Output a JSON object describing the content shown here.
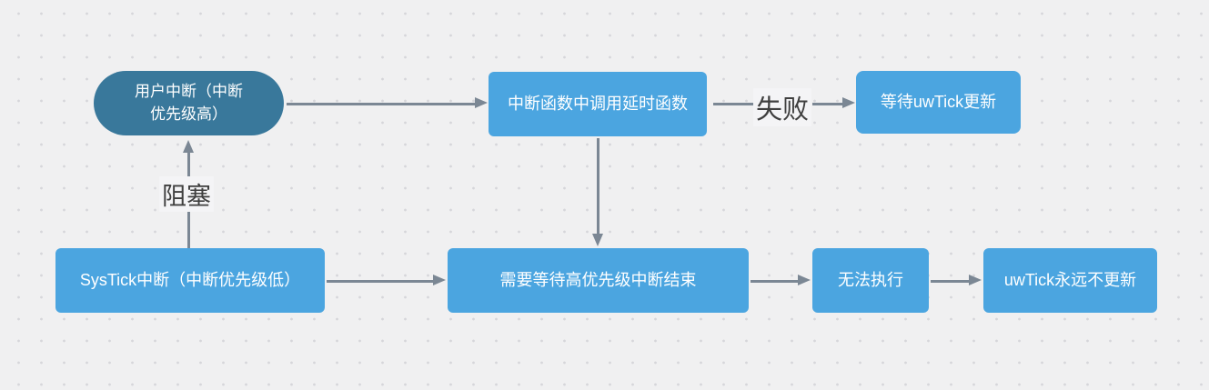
{
  "diagram": {
    "nodes": {
      "user_interrupt": {
        "label": "用户中断（中断优先级高）",
        "text_lines": [
          "用户中断（中断",
          "优先级高）"
        ]
      },
      "call_delay": {
        "label": "中断函数中调用延时函数"
      },
      "wait_uwtick": {
        "label": "等待uwTick更新"
      },
      "systick": {
        "label": "SysTick中断（中断优先级低）"
      },
      "wait_high_priority": {
        "label": "需要等待高优先级中断结束"
      },
      "cannot_execute": {
        "label": "无法执行"
      },
      "uwtick_never_update": {
        "label": "uwTick永远不更新"
      }
    },
    "edge_labels": {
      "fail": "失败",
      "block": "阻塞"
    },
    "colors": {
      "background": "#f0f0f1",
      "grid_dot": "#d6d6da",
      "process_fill": "#4ba5e0",
      "start_fill": "#39789b",
      "node_text": "#ffffff",
      "arrow": "#7b8794",
      "edge_label_text": "#3f3f3f"
    }
  }
}
